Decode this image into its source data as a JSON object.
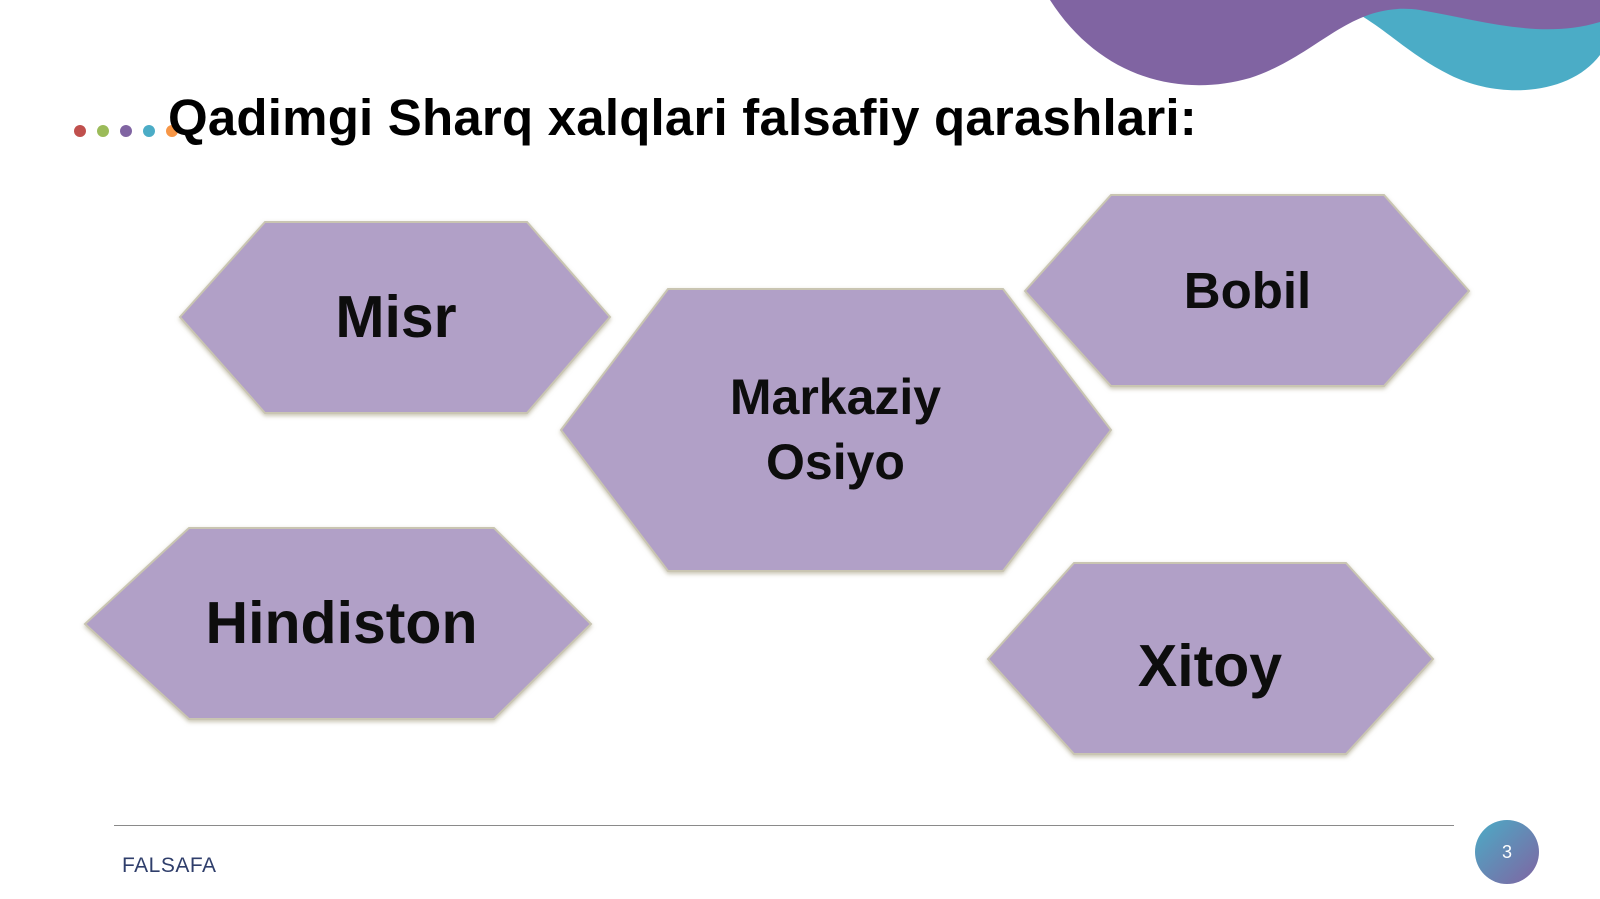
{
  "slide": {
    "title": "Qadimgi  Sharq xalqlari falsafiy qarashlari:",
    "footer_text": "FALSAFA",
    "page_number": "3"
  },
  "decoration": {
    "dot_colors": [
      "#c0504d",
      "#9bbb59",
      "#8064a2",
      "#4bacc6",
      "#f79646"
    ],
    "wave_purple": "#8064a2",
    "wave_teal": "#4bacc6",
    "page_badge_colors": [
      "#4bacc6",
      "#8064a2"
    ]
  },
  "hexagons": [
    {
      "id": "misr",
      "label": "Misr"
    },
    {
      "id": "bobil",
      "label": "Bobil"
    },
    {
      "id": "markaziy-osiyo",
      "label": "Markaziy\nOsiyo"
    },
    {
      "id": "hindiston",
      "label": "Hindiston"
    },
    {
      "id": "xitoy",
      "label": "Xitoy"
    }
  ],
  "colors": {
    "hex_fill": "#b1a0c7",
    "hex_edge": "#c9c5b2"
  }
}
